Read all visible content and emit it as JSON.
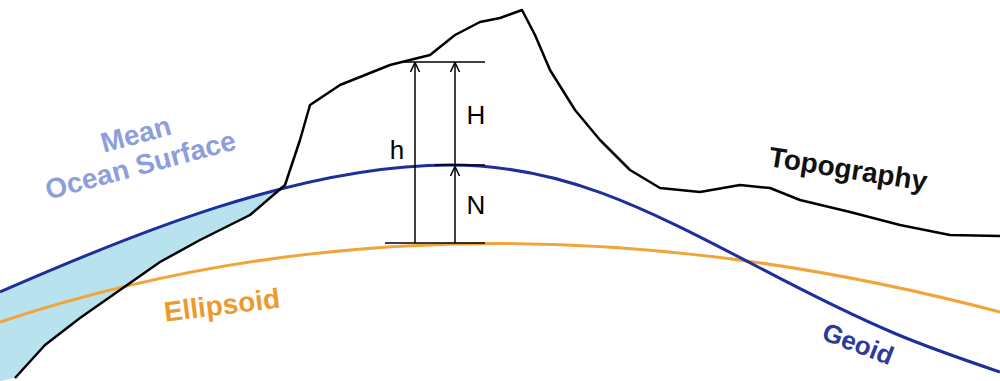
{
  "diagram": {
    "labels": [
      "Mean Ocean Surface",
      "Topography",
      "Ellipsoid",
      "Geoid",
      "h",
      "H",
      "N"
    ]
  }
}
